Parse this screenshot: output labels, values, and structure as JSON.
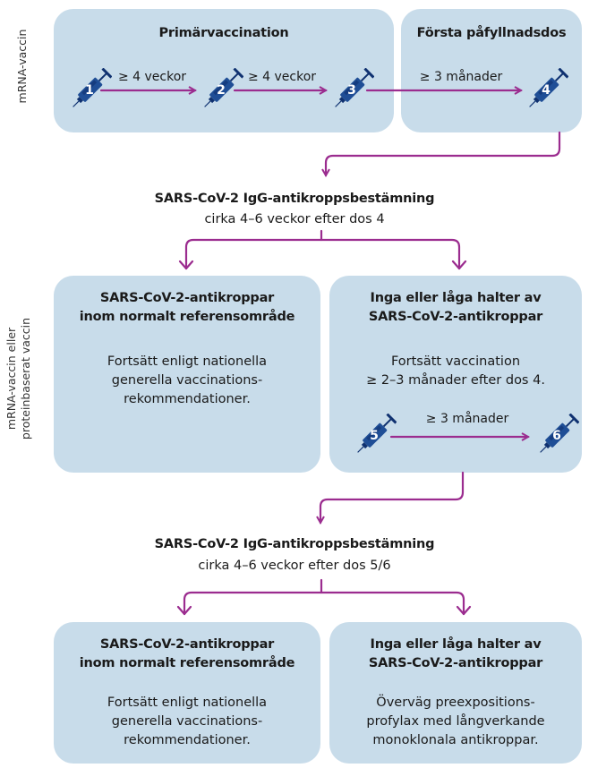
{
  "side_labels": {
    "top": "mRNA-vaccin",
    "middle": "mRNA-vaccin eller\nproteinbaserat vaccin"
  },
  "primary_box": {
    "title": "Primärvaccination"
  },
  "booster_box": {
    "title": "Första påfyllnadsdos"
  },
  "doses": [
    "1",
    "2",
    "3",
    "4",
    "5",
    "6"
  ],
  "intervals": {
    "d1_d2": "≥ 4 veckor",
    "d2_d3": "≥ 4 veckor",
    "d3_d4": "≥ 3 månader",
    "d5_d6": "≥ 3 månader"
  },
  "test1": {
    "title": "SARS-CoV-2 IgG-antikroppsbestämning",
    "subtitle": "cirka 4–6 veckor efter dos 4"
  },
  "test2": {
    "title": "SARS-CoV-2 IgG-antikroppsbestämning",
    "subtitle": "cirka 4–6 veckor efter dos 5/6"
  },
  "row2": {
    "left": {
      "title": "SARS-CoV-2-antikroppar\ninom normalt referensområde",
      "body": "Fortsätt enligt nationella\ngenerella vaccinations-\nrekommendationer."
    },
    "right": {
      "title": "Inga eller låga halter av\nSARS-CoV-2-antikroppar",
      "body": "Fortsätt vaccination\n≥ 2–3 månader efter dos 4."
    }
  },
  "row3": {
    "left": {
      "title": "SARS-CoV-2-antikroppar\ninom normalt referensområde",
      "body": "Fortsätt enligt nationella\ngenerella vaccinations-\nrekommendationer."
    },
    "right": {
      "title": "Inga eller låga halter av\nSARS-CoV-2-antikroppar",
      "body": "Överväg preexpositions-\nprofylax med långverkande\nmonoklonala antikroppar."
    }
  },
  "colors": {
    "box": "#c8dcea",
    "arrow": "#9b2c8f",
    "syringe": "#1f4e96",
    "syringe_dark": "#0f3170"
  }
}
